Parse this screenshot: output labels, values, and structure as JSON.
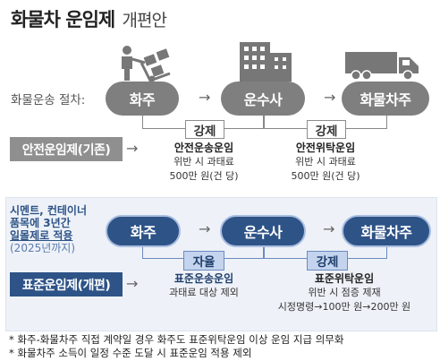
{
  "title": {
    "main": "화물차 운임제",
    "sub": "개편안"
  },
  "process_label": "화물운송 절차:",
  "top_row": {
    "shipper": "화주",
    "carrier": "운수사",
    "owner": "화물차주"
  },
  "old_system": {
    "label": "안전운임제(기존)",
    "tag_left": "강제",
    "tag_right": "강제",
    "left_title": "안전운송운임",
    "left_line1": "위반 시 과태료",
    "left_line2": "500만 원(건 당)",
    "right_title": "안전위탁운임",
    "right_line1": "위반 시 과태료",
    "right_line2": "500만 원(건 당)"
  },
  "new_system": {
    "side_line1": "시멘트, 컨테이너",
    "side_line2": "품목에 3년간",
    "side_line3": "일몰제로 적용",
    "side_line4": "(2025년까지)",
    "label": "표준운임제(개편)",
    "shipper": "화주",
    "carrier": "운수사",
    "owner": "화물차주",
    "tag_left": "자율",
    "tag_right": "강제",
    "left_title": "표준운송운임",
    "left_line1": "과태료 대상 제외",
    "right_title": "표준위탁운임",
    "right_line1": "위반 시 점증 제재",
    "right_line2": "시정명령→100만 원→200만 원"
  },
  "arrow": "→",
  "footnotes": [
    "* 화주-화물차주 직접 계약일 경우 화주도 표준위탁운임 이상 운임 지급 의무화",
    "* 화물차주 소득이 일정 수준 도달 시 표준운임 적용 제외"
  ],
  "colors": {
    "gray_pill": "#7f7f7f",
    "navy_pill": "#2e5387",
    "panel_bg": "#eef2f8",
    "tag_blue": "#c4d4ee"
  },
  "icons": [
    "hand-truck-person-icon",
    "building-icon",
    "truck-icon"
  ]
}
